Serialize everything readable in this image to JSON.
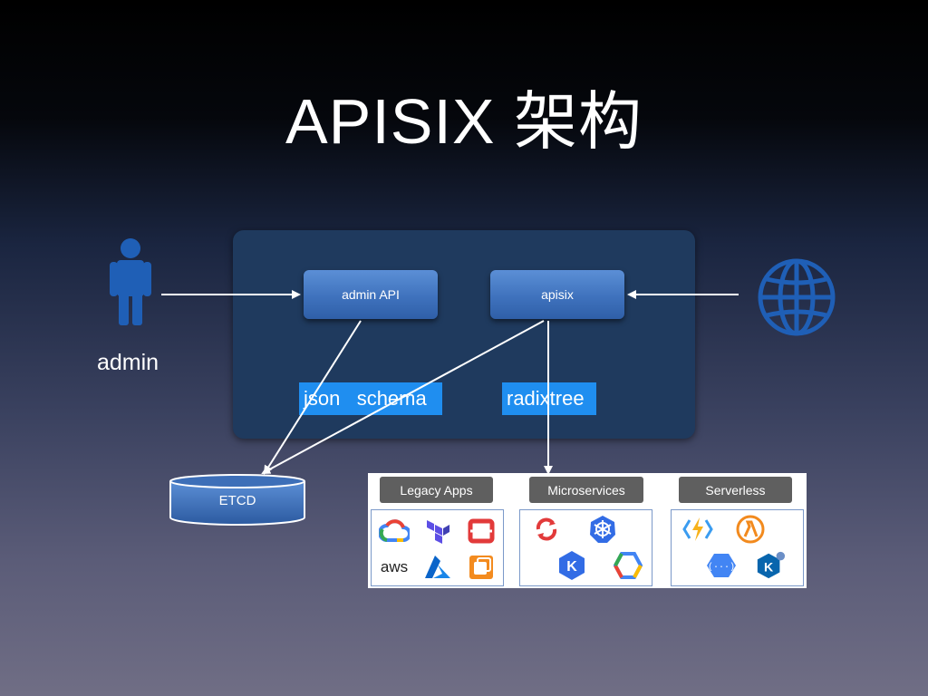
{
  "title": "APISIX 架构",
  "actors": {
    "admin_label": "admin"
  },
  "components": {
    "admin_api": "admin API",
    "apisix": "apisix",
    "etcd": "ETCD"
  },
  "tags": {
    "json_schema": "json   schema",
    "radixtree": "radixtree"
  },
  "upstreams": [
    {
      "label": "Legacy Apps",
      "icons": [
        "google-cloud-icon",
        "terraform-icon",
        "openshift-icon",
        "aws-icon",
        "azure-icon",
        "vmware-icon"
      ]
    },
    {
      "label": "Microservices",
      "icons": [
        "openshift-spin-icon",
        "kubernetes-icon",
        "k-shield-icon",
        "gke-icon"
      ]
    },
    {
      "label": "Serverless",
      "icons": [
        "azure-functions-icon",
        "lambda-icon",
        "cloud-functions-icon",
        "knative-icon"
      ]
    }
  ],
  "icon_labels": {
    "aws": "aws"
  },
  "colors": {
    "panel": "#1f3a5e",
    "box": "#3f72bd",
    "tag": "#1f8ef0",
    "person": "#1f5fb6",
    "globe": "#1f5fb6"
  }
}
